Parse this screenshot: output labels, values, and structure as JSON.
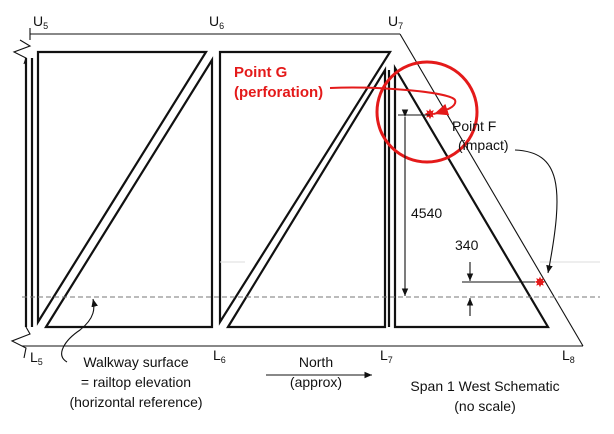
{
  "nodes": {
    "U5": {
      "letter": "U",
      "sub": "5"
    },
    "U6": {
      "letter": "U",
      "sub": "6"
    },
    "U7": {
      "letter": "U",
      "sub": "7"
    },
    "L5": {
      "letter": "L",
      "sub": "5"
    },
    "L6": {
      "letter": "L",
      "sub": "6"
    },
    "L7": {
      "letter": "L",
      "sub": "7"
    },
    "L8": {
      "letter": "L",
      "sub": "8"
    }
  },
  "point_g": {
    "line1": "Point G",
    "line2": "(perforation)"
  },
  "point_f": {
    "line1": "Point F",
    "line2": "(impact)"
  },
  "dimensions": {
    "height_main": "4540",
    "height_offset": "340"
  },
  "walkway": {
    "line1": "Walkway surface",
    "line2": "= railtop elevation",
    "line3": "(horizontal reference)"
  },
  "north": {
    "line1": "North",
    "line2": "(approx)"
  },
  "caption": {
    "line1": "Span 1 West Schematic",
    "line2": "(no scale)"
  },
  "colors": {
    "highlight": "#e41a1a",
    "line": "#111111"
  }
}
